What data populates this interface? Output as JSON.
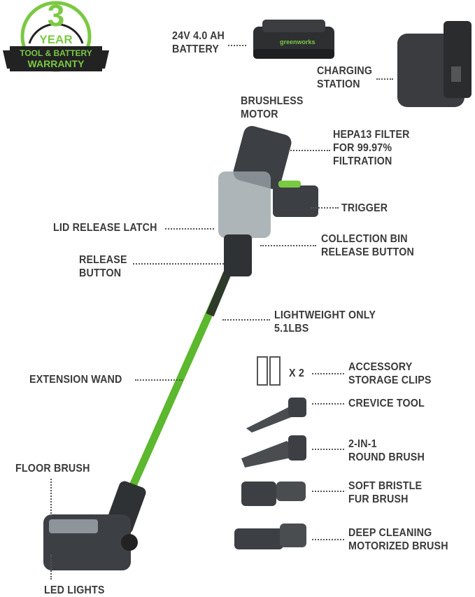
{
  "badge": {
    "number": "3",
    "year": "YEAR",
    "line1": "TOOL & BATTERY",
    "line2": "WARRANTY"
  },
  "colors": {
    "brand_green": "#7ac943",
    "wand_green": "#5cb82e",
    "text": "#3a3a3a",
    "body": "#3c3f43"
  },
  "labels": {
    "battery": [
      "24V 4.0 AH",
      "BATTERY"
    ],
    "charging_station": [
      "CHARGING",
      "STATION"
    ],
    "motor": [
      "BRUSHLESS",
      "MOTOR"
    ],
    "filter": [
      "HEPA13 FILTER",
      "FOR 99.97%",
      "FILTRATION"
    ],
    "trigger": "TRIGGER",
    "lid_latch": "LID RELEASE LATCH",
    "bin_release": [
      "COLLECTION BIN",
      "RELEASE BUTTON"
    ],
    "release_button": [
      "RELEASE",
      "BUTTON"
    ],
    "weight": [
      "LIGHTWEIGHT ONLY",
      "5.1LBS"
    ],
    "wand": "EXTENSION WAND",
    "clips_qty": "X 2",
    "clips": [
      "ACCESSORY",
      "STORAGE CLIPS"
    ],
    "crevice": "CREVICE TOOL",
    "round_brush": [
      "2-IN-1",
      "ROUND BRUSH"
    ],
    "fur_brush": [
      "SOFT BRISTLE",
      "FUR BRUSH"
    ],
    "motorized_brush": [
      "DEEP CLEANING",
      "MOTORIZED BRUSH"
    ],
    "floor_brush": "FLOOR BRUSH",
    "led": "LED LIGHTS"
  },
  "battery_brand": "greenworks"
}
